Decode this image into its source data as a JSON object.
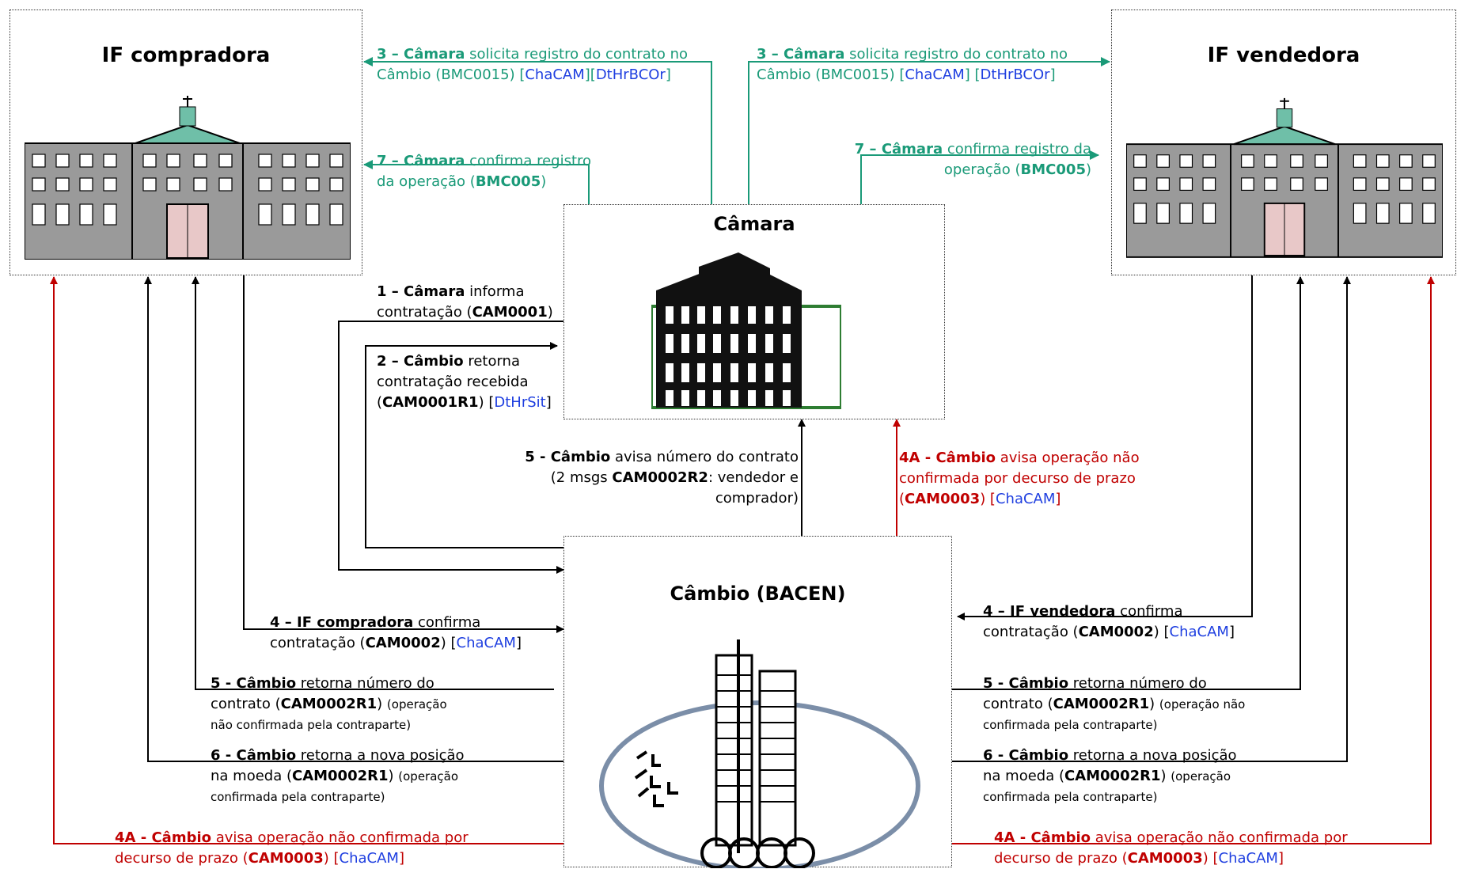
{
  "nodes": {
    "buyer": "IF compradora",
    "seller": "IF vendedora",
    "camara": "Câmara",
    "cambio": "Câmbio (BACEN)"
  },
  "colors": {
    "green": "#1a9a78",
    "red": "#c00000",
    "blue": "#1f3fe0",
    "black": "#000000"
  },
  "messages": {
    "m3_left": {
      "a": "3 – Câmara",
      "b": " solicita registro do contrato no",
      "c": "Câmbio (BMC0015) [",
      "d": "ChaCAM",
      "e": "][",
      "f": "DtHrBCOr",
      "g": "]"
    },
    "m3_right": {
      "a": "3 – Câmara",
      "b": " solicita registro do contrato no",
      "c": "Câmbio (BMC0015) [",
      "d": "ChaCAM",
      "e": "] [",
      "f": "DtHrBCOr",
      "g": "]"
    },
    "m7_left": {
      "a": "7 – Câmara",
      "b": " confirma registro",
      "c": "da operação (",
      "d": "BMC005",
      "e": ")"
    },
    "m7_right": {
      "a": "7 – Câmara",
      "b": " confirma registro da",
      "c": "operação (",
      "d": "BMC005",
      "e": ")"
    },
    "m1": {
      "a": "1 – Câmara",
      "b": " informa",
      "c": "contratação (",
      "d": "CAM0001",
      "e": ")"
    },
    "m2": {
      "a": "2 – Câmbio",
      "b": " retorna",
      "c": "contratação recebida",
      "d": "(",
      "e": "CAM0001R1",
      "f": ") [",
      "g": "DtHrSit",
      "h": "]"
    },
    "m5_center": {
      "a": "5 - Câmbio",
      "b": " avisa número do contrato",
      "c": "(2 msgs ",
      "d": "CAM0002R2",
      "e": ": vendedor e",
      "f": "comprador)"
    },
    "m4a_center": {
      "a": "4A - Câmbio",
      "b": " avisa operação não",
      "c": "confirmada por decurso de prazo",
      "d": "(",
      "e": "CAM0003",
      "f": ") [",
      "g": "ChaCAM",
      "h": "]"
    },
    "m4_left": {
      "a": "4 – IF compradora",
      "b": " confirma",
      "c": "contratação (",
      "d": "CAM0002",
      "e": ") [",
      "f": "ChaCAM",
      "g": "]"
    },
    "m4_right": {
      "a": "4 – IF vendedora",
      "b": " confirma",
      "c": "contratação (",
      "d": "CAM0002",
      "e": ") [",
      "f": "ChaCAM",
      "g": "]"
    },
    "m5_left": {
      "a": "5 - Câmbio",
      "b": " retorna número do",
      "c": "contrato (",
      "d": "CAM0002R1",
      "e": ") ",
      "f": "(operação",
      "g": "não confirmada pela contraparte)"
    },
    "m5_right": {
      "a": "5 - Câmbio",
      "b": " retorna número do",
      "c": "contrato (",
      "d": "CAM0002R1",
      "e": ") ",
      "f": "(operação não",
      "g": "confirmada pela contraparte)"
    },
    "m6_left": {
      "a": "6 - Câmbio",
      "b": " retorna a nova posição",
      "c": "na moeda (",
      "d": "CAM0002R1",
      "e": ") ",
      "f": "(operação",
      "g": "confirmada pela contraparte)"
    },
    "m6_right": {
      "a": "6 - Câmbio",
      "b": " retorna a nova posição",
      "c": "na moeda (",
      "d": "CAM0002R1",
      "e": ") ",
      "f": "(operação",
      "g": "confirmada pela contraparte)"
    },
    "m4a_left": {
      "a": "4A - Câmbio",
      "b": " avisa operação não confirmada por",
      "c": "decurso de prazo (",
      "d": "CAM0003",
      "e": ") [",
      "f": "ChaCAM",
      "g": "]"
    },
    "m4a_right": {
      "a": "4A - Câmbio",
      "b": " avisa operação  não confirmada por",
      "c": "decurso de prazo (",
      "d": "CAM0003",
      "e": ") [",
      "f": "ChaCAM",
      "g": "]"
    }
  }
}
